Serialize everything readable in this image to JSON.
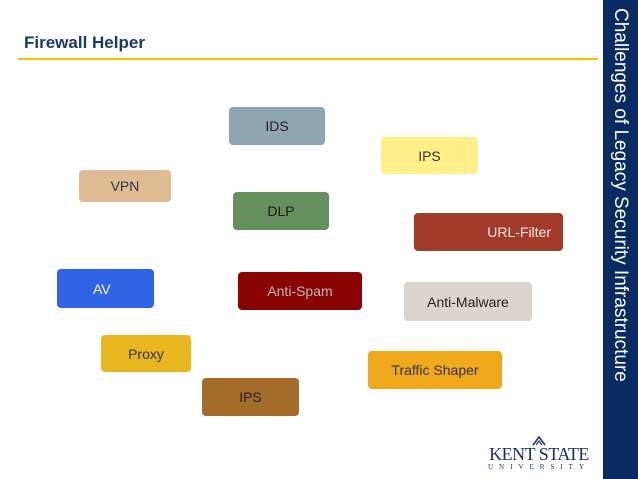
{
  "slide": {
    "title": "Firewall Helper",
    "side_title": "Challenges of Legacy Security Infrastructure"
  },
  "boxes": {
    "ids": "IDS",
    "ips_top": "IPS",
    "vpn": "VPN",
    "dlp": "DLP",
    "url_filter": "URL-Filter",
    "av": "AV",
    "anti_spam": "Anti-Spam",
    "anti_malware": "Anti-Malware",
    "proxy": "Proxy",
    "traffic_shaper": "Traffic Shaper",
    "ips_bottom": "IPS"
  },
  "logo": {
    "name": "KENT STATE",
    "sub": "UNIVERSITY"
  },
  "colors": {
    "title": "#1a3a6b",
    "accent_rule": "#f2c200",
    "side_bar": "#0a2a63"
  }
}
